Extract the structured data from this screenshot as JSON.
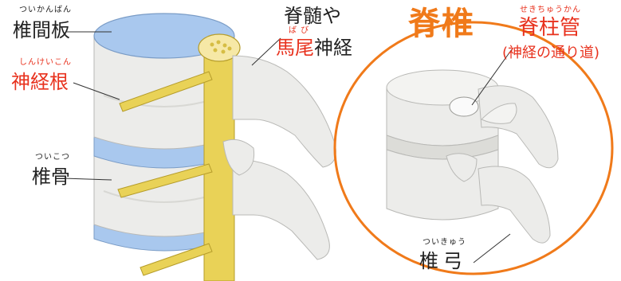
{
  "colors": {
    "disc": "#a9c8ee",
    "bone": "#ececea",
    "nerve": "#e9d257",
    "accent_orange": "#f07a1a",
    "label_red": "#e8321e"
  },
  "labels": {
    "intervertebral_disc": {
      "ruby": "ついかんばん",
      "text": "椎間板"
    },
    "nerve_root": {
      "ruby": "しんけいこん",
      "text": "神経根"
    },
    "vertebral_body": {
      "ruby": "ついこつ",
      "text": "椎骨"
    },
    "spinal_cord": {
      "line1": "脊髄や",
      "red_part": "馬尾",
      "black_part": "神経",
      "ruby": "ば び"
    },
    "spine_title": "脊椎",
    "spinal_canal": {
      "ruby": "せきちゅうかん",
      "text": "脊柱管",
      "sub": "(神経の通り道)"
    },
    "vertebral_arch": {
      "ruby": "ついきゅう",
      "text": "椎弓"
    }
  }
}
